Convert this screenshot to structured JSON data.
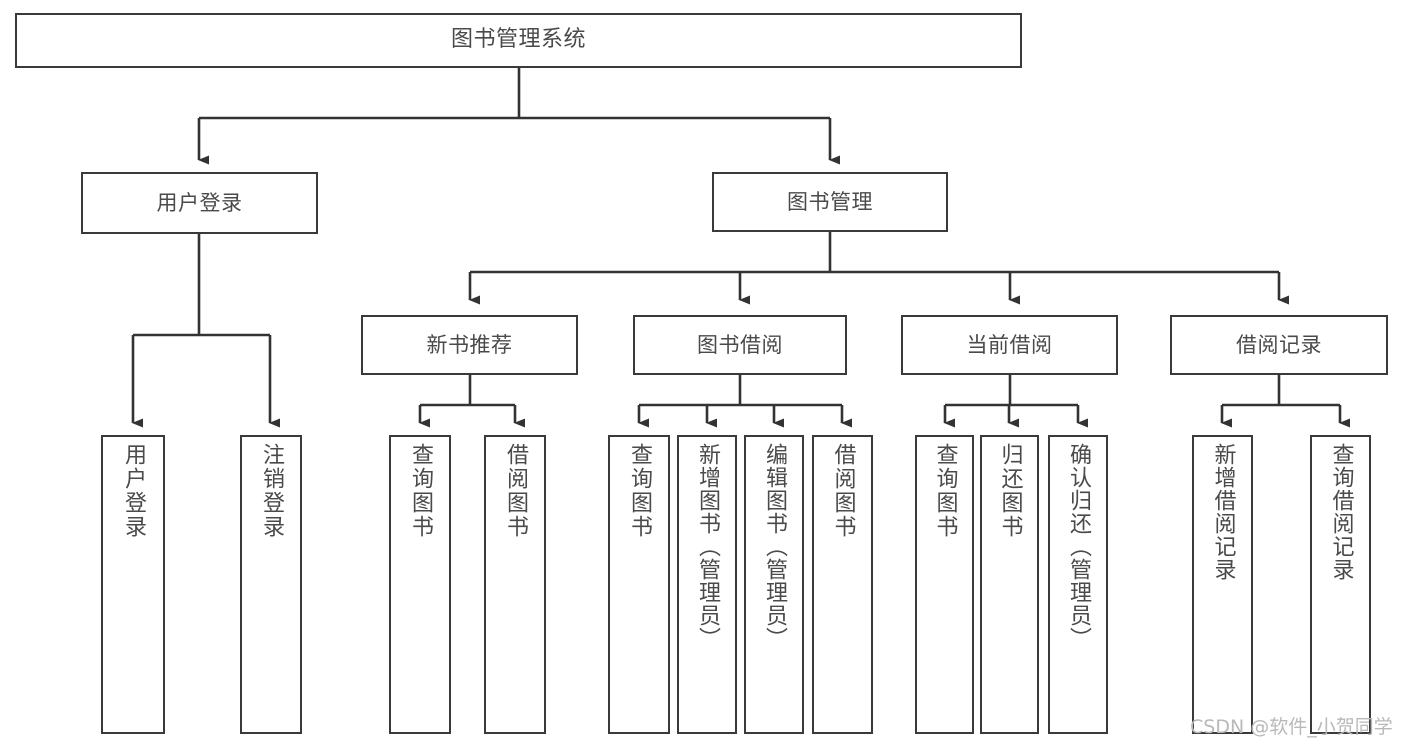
{
  "diagram": {
    "title": "图书管理系统",
    "type": "tree",
    "watermark": "CSDN @软件_小贺同学",
    "colors": {
      "border": "#3a3a3a",
      "text": "#4a4a4a",
      "edge": "#333333",
      "background": "#ffffff",
      "watermark": "#b9b9b9"
    },
    "nodes": {
      "root": {
        "label": "图书管理系统"
      },
      "level2": [
        {
          "label": "用户登录"
        },
        {
          "label": "图书管理"
        }
      ],
      "level3": [
        {
          "label": "新书推荐"
        },
        {
          "label": "图书借阅"
        },
        {
          "label": "当前借阅"
        },
        {
          "label": "借阅记录"
        }
      ],
      "leaves": {
        "user_login": [
          {
            "label": "用户登录"
          },
          {
            "label": "注销登录"
          }
        ],
        "new_book_recommend": [
          {
            "label": "查询图书"
          },
          {
            "label": "借阅图书"
          }
        ],
        "book_borrow": [
          {
            "label": "查询图书"
          },
          {
            "label": "新增图书（管理员）"
          },
          {
            "label": "编辑图书（管理员）"
          },
          {
            "label": "借阅图书"
          }
        ],
        "current_borrow": [
          {
            "label": "查询图书"
          },
          {
            "label": "归还图书"
          },
          {
            "label": "确认归还（管理员）"
          }
        ],
        "borrow_record": [
          {
            "label": "新增借阅记录"
          },
          {
            "label": "查询借阅记录"
          }
        ]
      }
    }
  }
}
